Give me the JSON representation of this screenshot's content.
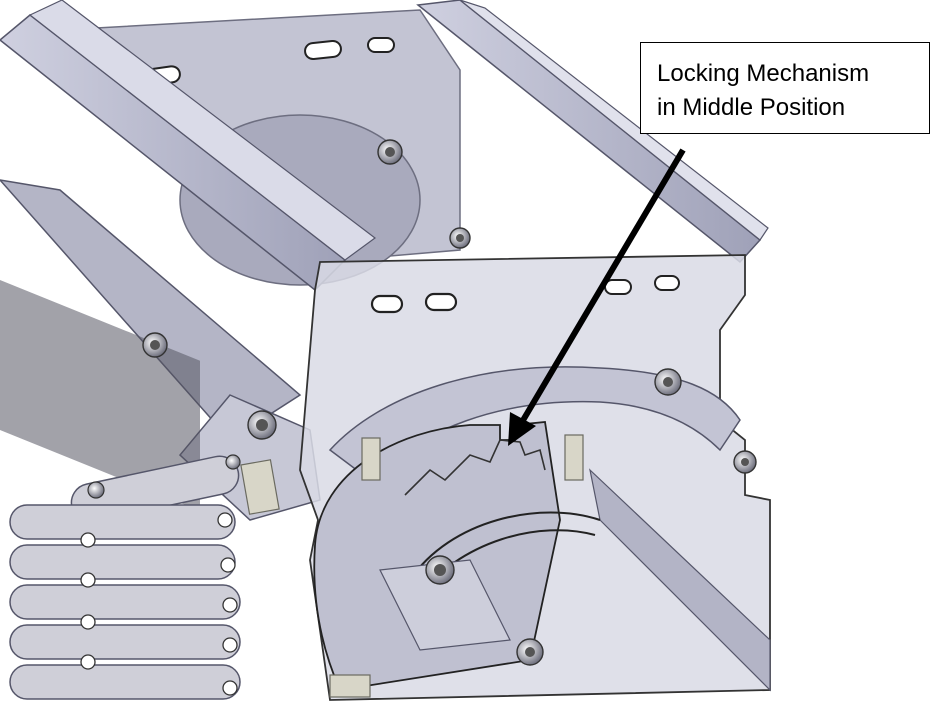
{
  "callout": {
    "line1": "Locking Mechanism",
    "line2": "in Middle Position"
  },
  "colors": {
    "plate": "#c9cad6",
    "plate_dark": "#9c9db0",
    "plate_light": "#e4e5ee",
    "rail": "#b9bbd0",
    "pad": "#d2d0c4",
    "arrow": "#000000"
  },
  "figure": {
    "subject": "mechanical bracket assembly with rotating locking plate",
    "icons": [
      "bolt-icon",
      "arrow-icon"
    ]
  }
}
